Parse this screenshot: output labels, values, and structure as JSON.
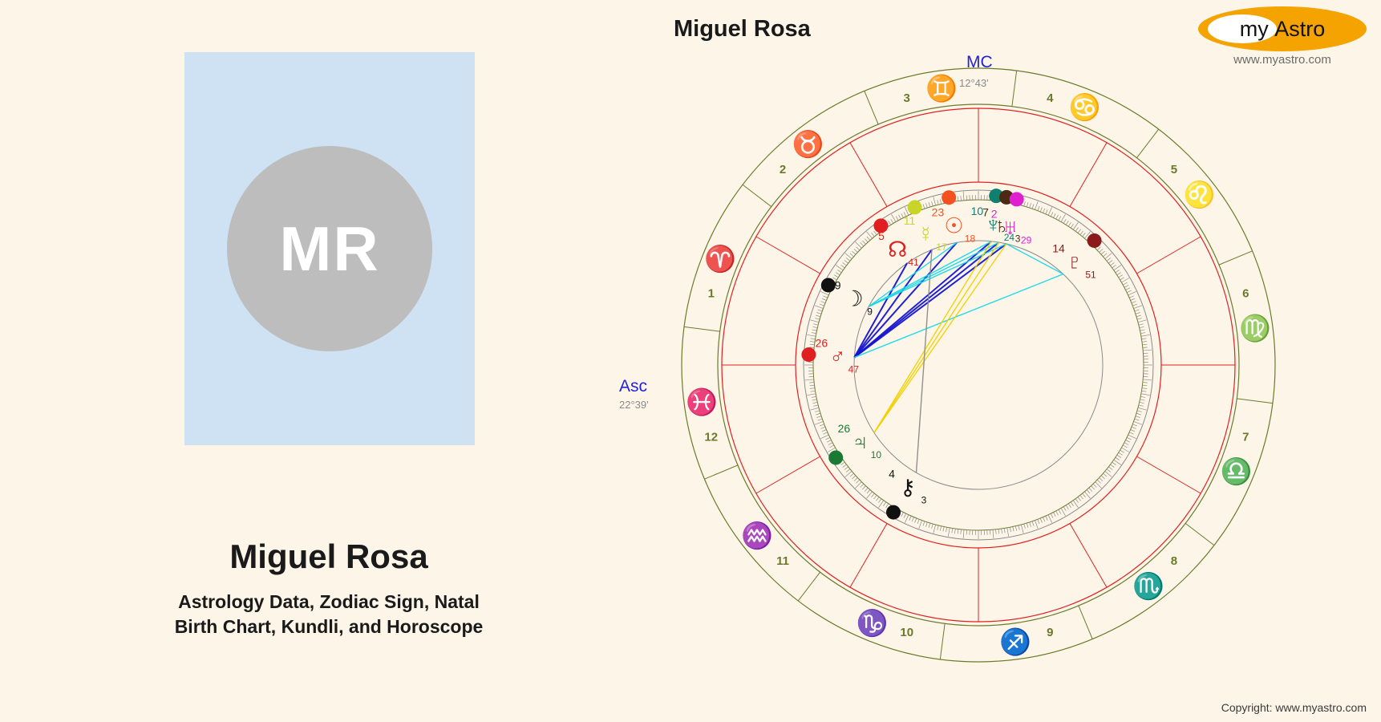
{
  "profile": {
    "initials": "MR",
    "name": "Miguel Rosa",
    "subtitle_line1": "Astrology Data, Zodiac Sign, Natal",
    "subtitle_line2": "Birth Chart, Kundli, and Horoscope"
  },
  "header": {
    "chart_title": "Miguel Rosa"
  },
  "brand": {
    "logo_my": "my",
    "logo_astro": "Astro",
    "url": "www.myastro.com",
    "copyright": "Copyright: www.myastro.com",
    "accent": "#f5a300"
  },
  "angles": {
    "asc_label": "Asc",
    "asc_degree": "22°39'",
    "mc_label": "MC",
    "mc_degree": "12°43'"
  },
  "chart_data": {
    "type": "natal-wheel",
    "title": "Miguel Rosa",
    "zodiac_signs": [
      {
        "name": "Aries",
        "glyph": "♈",
        "color": "#e02020"
      },
      {
        "name": "Taurus",
        "glyph": "♉",
        "color": "#c8902a"
      },
      {
        "name": "Gemini",
        "glyph": "♊",
        "color": "#e02020"
      },
      {
        "name": "Cancer",
        "glyph": "♋",
        "color": "#2aa7d8"
      },
      {
        "name": "Leo",
        "glyph": "♌",
        "color": "#e02020"
      },
      {
        "name": "Virgo",
        "glyph": "♍",
        "color": "#b08020"
      },
      {
        "name": "Libra",
        "glyph": "♎",
        "color": "#3a7d2a"
      },
      {
        "name": "Scorpio",
        "glyph": "♏",
        "color": "#2aa7d8"
      },
      {
        "name": "Sagittarius",
        "glyph": "♐",
        "color": "#e02020"
      },
      {
        "name": "Capricorn",
        "glyph": "♑",
        "color": "#e02020"
      },
      {
        "name": "Aquarius",
        "glyph": "♒",
        "color": "#f06010"
      },
      {
        "name": "Pisces",
        "glyph": "♓",
        "color": "#2aa7d8"
      }
    ],
    "houses": [
      "1",
      "2",
      "3",
      "4",
      "5",
      "6",
      "7",
      "8",
      "9",
      "10",
      "11",
      "12"
    ],
    "planets": [
      {
        "name": "Mercury",
        "glyph": "☿",
        "deg": "11",
        "min": "17",
        "color": "#c8d42a"
      },
      {
        "name": "Sun",
        "glyph": "☉",
        "deg": "23",
        "min": "18",
        "color": "#f4511e"
      },
      {
        "name": "Neptune",
        "glyph": "♆",
        "deg": "10",
        "min": "24",
        "color": "#0f8070"
      },
      {
        "name": "Saturn",
        "glyph": "♄",
        "deg": "7",
        "min": "3",
        "color": "#4a2a10"
      },
      {
        "name": "Uranus",
        "glyph": "♅",
        "deg": "2",
        "min": "29",
        "color": "#e020d0"
      },
      {
        "name": "North Node",
        "glyph": "☊",
        "deg": "5",
        "min": "41",
        "color": "#e02020"
      },
      {
        "name": "Pluto",
        "glyph": "♇",
        "deg": "14",
        "min": "51",
        "color": "#8b1a1a"
      },
      {
        "name": "Moon",
        "glyph": "☽",
        "deg": "9",
        "min": "9",
        "color": "#111111"
      },
      {
        "name": "Mars",
        "glyph": "♂",
        "deg": "26",
        "min": "47",
        "color": "#e02020"
      },
      {
        "name": "Jupiter",
        "glyph": "♃",
        "deg": "26",
        "min": "10",
        "color": "#1a7a34"
      },
      {
        "name": "Chiron",
        "glyph": "⚷",
        "deg": "4",
        "min": "3",
        "color": "#111111"
      }
    ],
    "aspect_colors": {
      "blue": "#1515d0",
      "cyan": "#16d8e8",
      "yellow": "#f0d000",
      "grey": "#8a8a8a"
    },
    "ring_colors": {
      "outer": "#6b7a2a",
      "inner": "#e02020",
      "tick": "#8a8a8a"
    }
  }
}
